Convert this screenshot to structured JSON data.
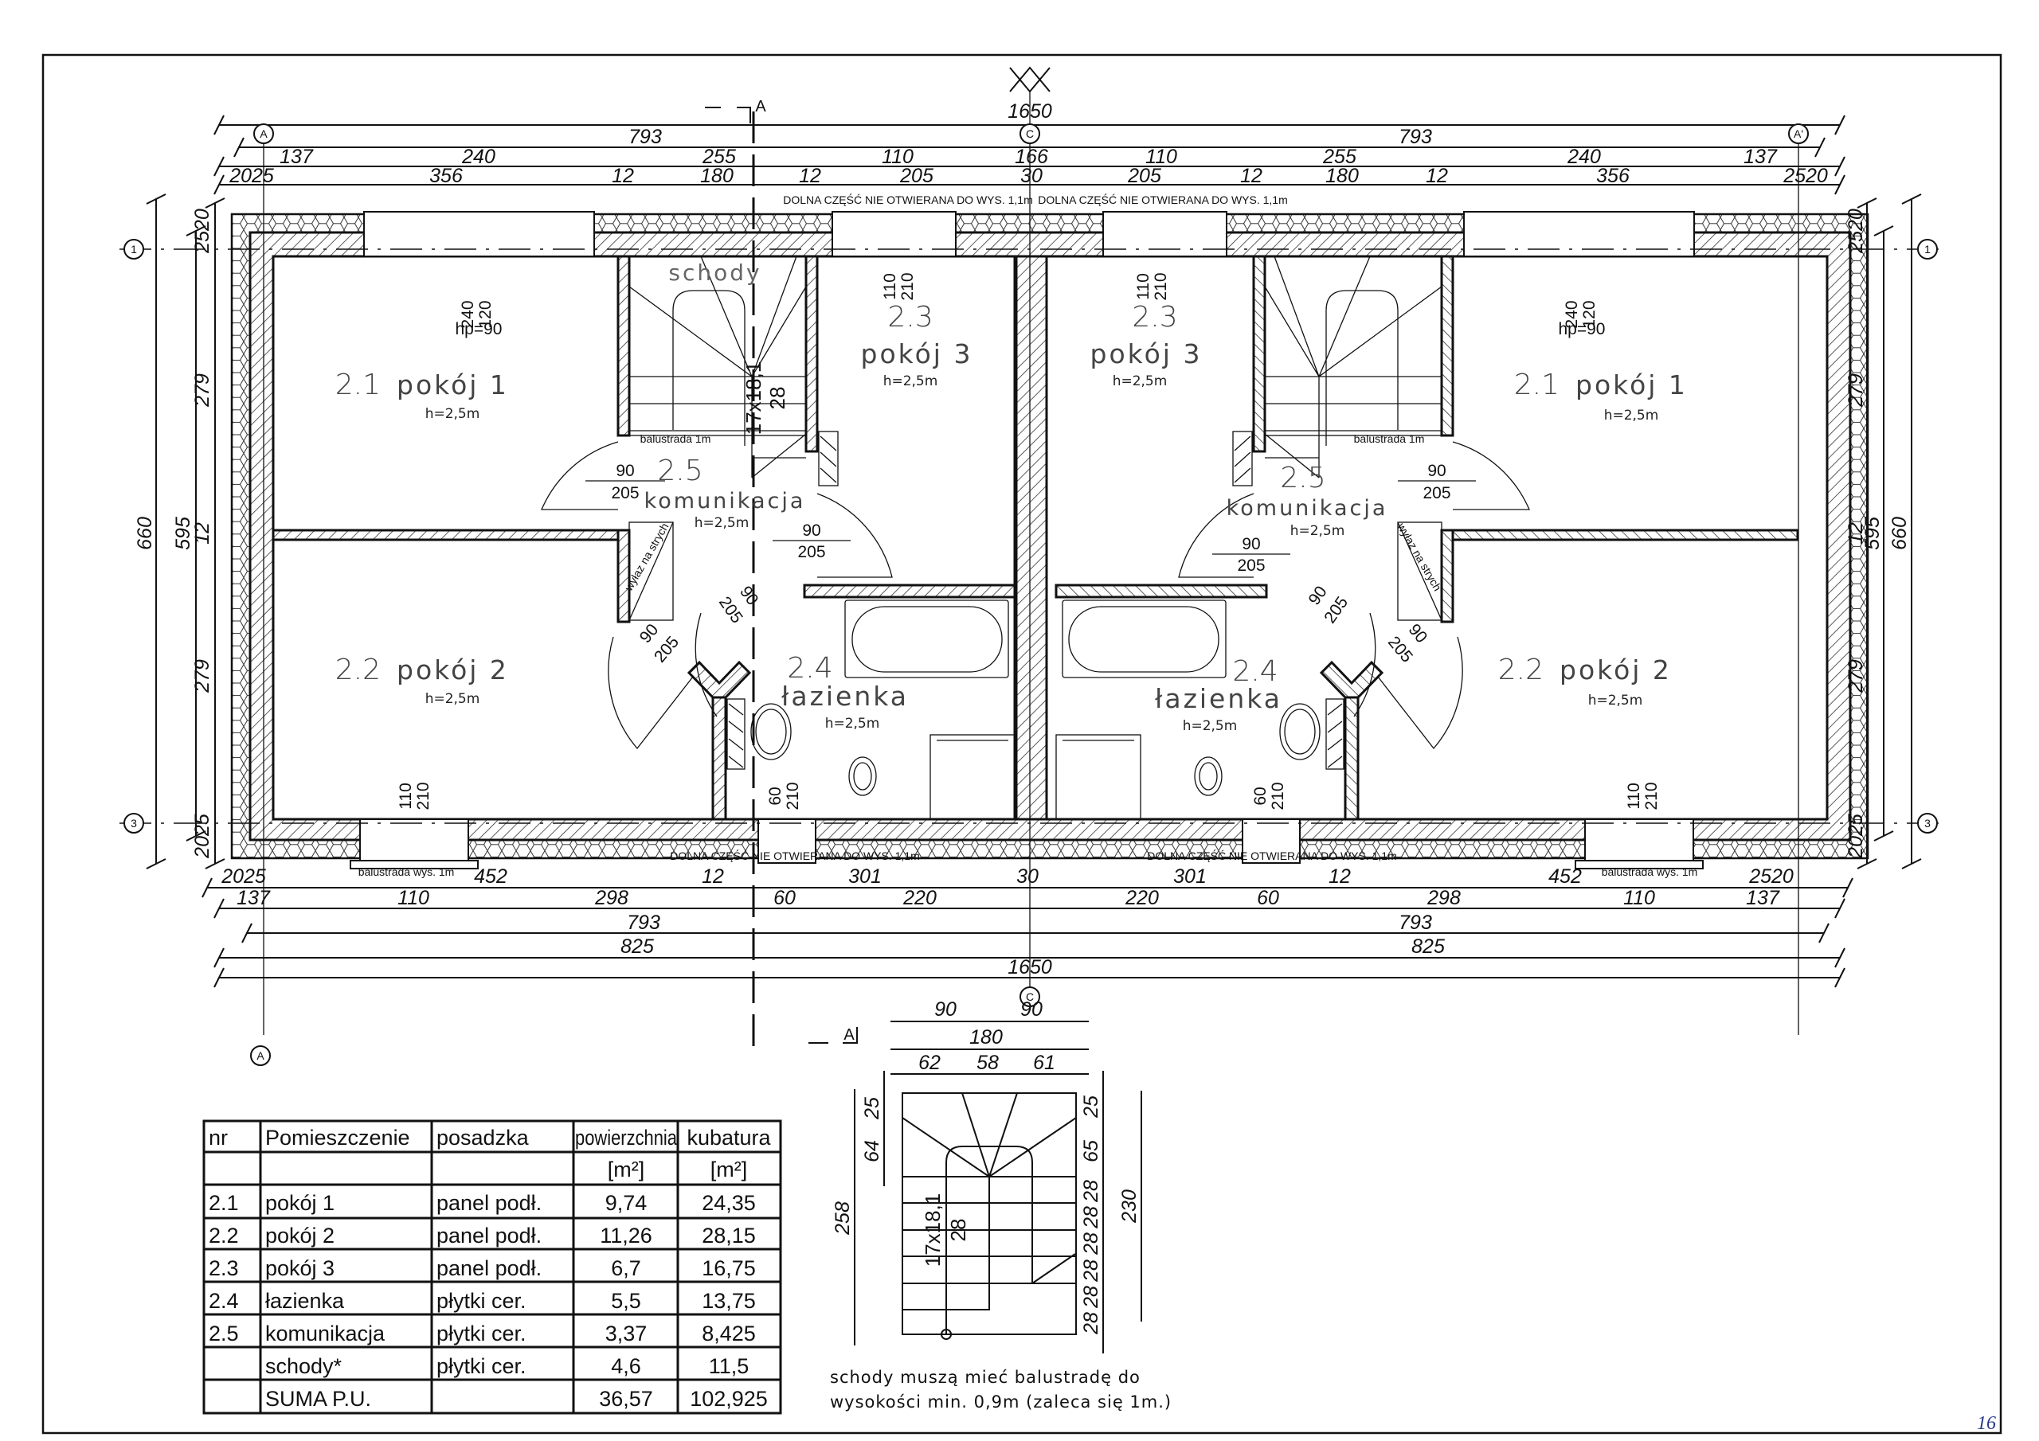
{
  "axes": {
    "A": "A",
    "A_prime": "A'",
    "C": "C",
    "row1": "1",
    "row3": "3"
  },
  "section": {
    "top": "A",
    "bottom": "A"
  },
  "top_dims": {
    "total": "1650",
    "half_left": "793",
    "half_right": "793",
    "row3": [
      "137",
      "240",
      "255",
      "110",
      "166",
      "110",
      "255",
      "240",
      "137"
    ],
    "row4": [
      "2025",
      "356",
      "12",
      "180",
      "12",
      "205",
      "30",
      "205",
      "12",
      "180",
      "12",
      "356",
      "2520"
    ]
  },
  "bottom_dims": {
    "row1": [
      "2025",
      "452",
      "12",
      "301",
      "30",
      "301",
      "12",
      "452",
      "2520"
    ],
    "row2": [
      "137",
      "110",
      "298",
      "60",
      "220",
      "220",
      "60",
      "298",
      "110",
      "137"
    ],
    "half_left": "793",
    "half_right": "793",
    "half_825_left": "825",
    "half_825_right": "825",
    "total": "1650"
  },
  "side_dims": {
    "left": {
      "total": "660",
      "inner": "595",
      "room_top": "279",
      "wall": "12",
      "room_bottom": "279",
      "top_wall": "2520",
      "bottom_wall": "2025"
    },
    "right": {
      "total": "660",
      "inner": "595",
      "room_top": "279",
      "wall": "12",
      "room_bottom": "279",
      "top_wall": "2520",
      "bottom_wall": "2025"
    }
  },
  "notes": {
    "window_fixed": "DOLNA CZĘŚĆ NIE OTWIERANA DO WYS. 1,1m",
    "balcony_rail": "balustrada wys. 1m",
    "stair_rail": "balustrada 1m",
    "attic_hatch": "wyłaz na strych",
    "stairs_label": "schody",
    "stairs_spec_a": "17x18,1",
    "stairs_spec_b": "28"
  },
  "rooms": {
    "r21": {
      "num": "2.1",
      "name": "pokój 1",
      "h": "h=2,5m"
    },
    "r22": {
      "num": "2.2",
      "name": "pokój 2",
      "h": "h=2,5m"
    },
    "r23": {
      "num": "2.3",
      "name": "pokój 3",
      "h": "h=2,5m"
    },
    "r24": {
      "num": "2.4",
      "name": "łazienka",
      "h": "h=2,5m"
    },
    "r25": {
      "num": "2.5",
      "name": "komunikacja",
      "h": "h=2,5m"
    }
  },
  "openings": {
    "win1_w": "240",
    "win1_h": "120",
    "win1_hp": "hp=90",
    "win3_w": "110",
    "win3_h": "210",
    "win2_w": "110",
    "win2_h": "210",
    "win4_w": "60",
    "win4_h": "210",
    "door_w": "90",
    "door_h": "205"
  },
  "stair_detail": {
    "top_a": "90",
    "top_b": "90",
    "top_total": "180",
    "treads": [
      "62",
      "58",
      "61"
    ],
    "left_total": "258",
    "left_a": "25",
    "left_b": "64",
    "right_a": "25",
    "right_b": "65",
    "right_steps": [
      "28",
      "28",
      "28",
      "28",
      "28",
      "28"
    ],
    "right_total": "230",
    "spec_a": "17x18,1",
    "spec_b": "28",
    "note_line1": "schody muszą mieć balustradę do",
    "note_line2": "wysokości min. 0,9m (zaleca się 1m.)"
  },
  "table": {
    "headers": [
      "nr",
      "Pomieszczenie",
      "posadzka",
      "powierzchnia",
      "kubatura"
    ],
    "units": [
      "",
      "",
      "",
      "[m²]",
      "[m²]"
    ],
    "rows": [
      [
        "2.1",
        "pokój 1",
        "panel podł.",
        "9,74",
        "24,35"
      ],
      [
        "2.2",
        "pokój 2",
        "panel podł.",
        "11,26",
        "28,15"
      ],
      [
        "2.3",
        "pokój 3",
        "panel podł.",
        "6,7",
        "16,75"
      ],
      [
        "2.4",
        "łazienka",
        "płytki cer.",
        "5,5",
        "13,75"
      ],
      [
        "2.5",
        "komunikacja",
        "płytki cer.",
        "3,37",
        "8,425"
      ],
      [
        "",
        "schody*",
        "płytki cer.",
        "4,6",
        "11,5"
      ],
      [
        "",
        "SUMA P.U.",
        "",
        "36,57",
        "102,925"
      ]
    ]
  },
  "page_number": "16"
}
